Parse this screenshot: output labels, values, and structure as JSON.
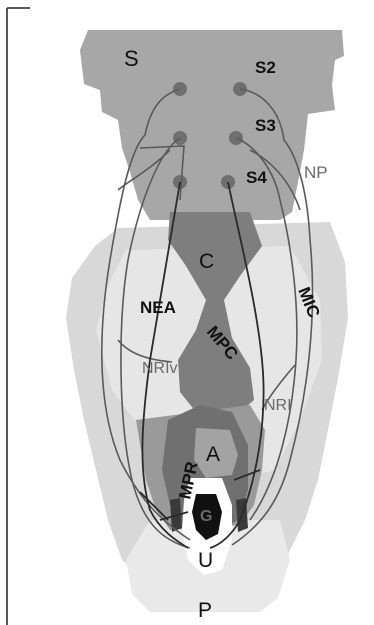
{
  "figure": {
    "labels": {
      "S": "S",
      "S2": "S2",
      "S3": "S3",
      "S4": "S4",
      "NP": "NP",
      "C": "C",
      "NEA": "NEA",
      "MIC": "MIC",
      "MPC": "MPC",
      "NRIv": "NRIv",
      "NRI": "NRI",
      "MPR": "MPR",
      "A": "A",
      "G": "G",
      "U": "U",
      "P": "P"
    },
    "colors": {
      "background": "#ffffff",
      "light_gray": "#d3d3d3",
      "mid_gray": "#a9a9a9",
      "dark_gray": "#7c7c7c",
      "nerve_line": "#555555",
      "nerve_dark": "#2a2a2a",
      "ganglion_dot": "#6f6f6f",
      "black_core": "#111111",
      "label_dark": "#111111",
      "label_gray": "#6a6a6a"
    }
  }
}
